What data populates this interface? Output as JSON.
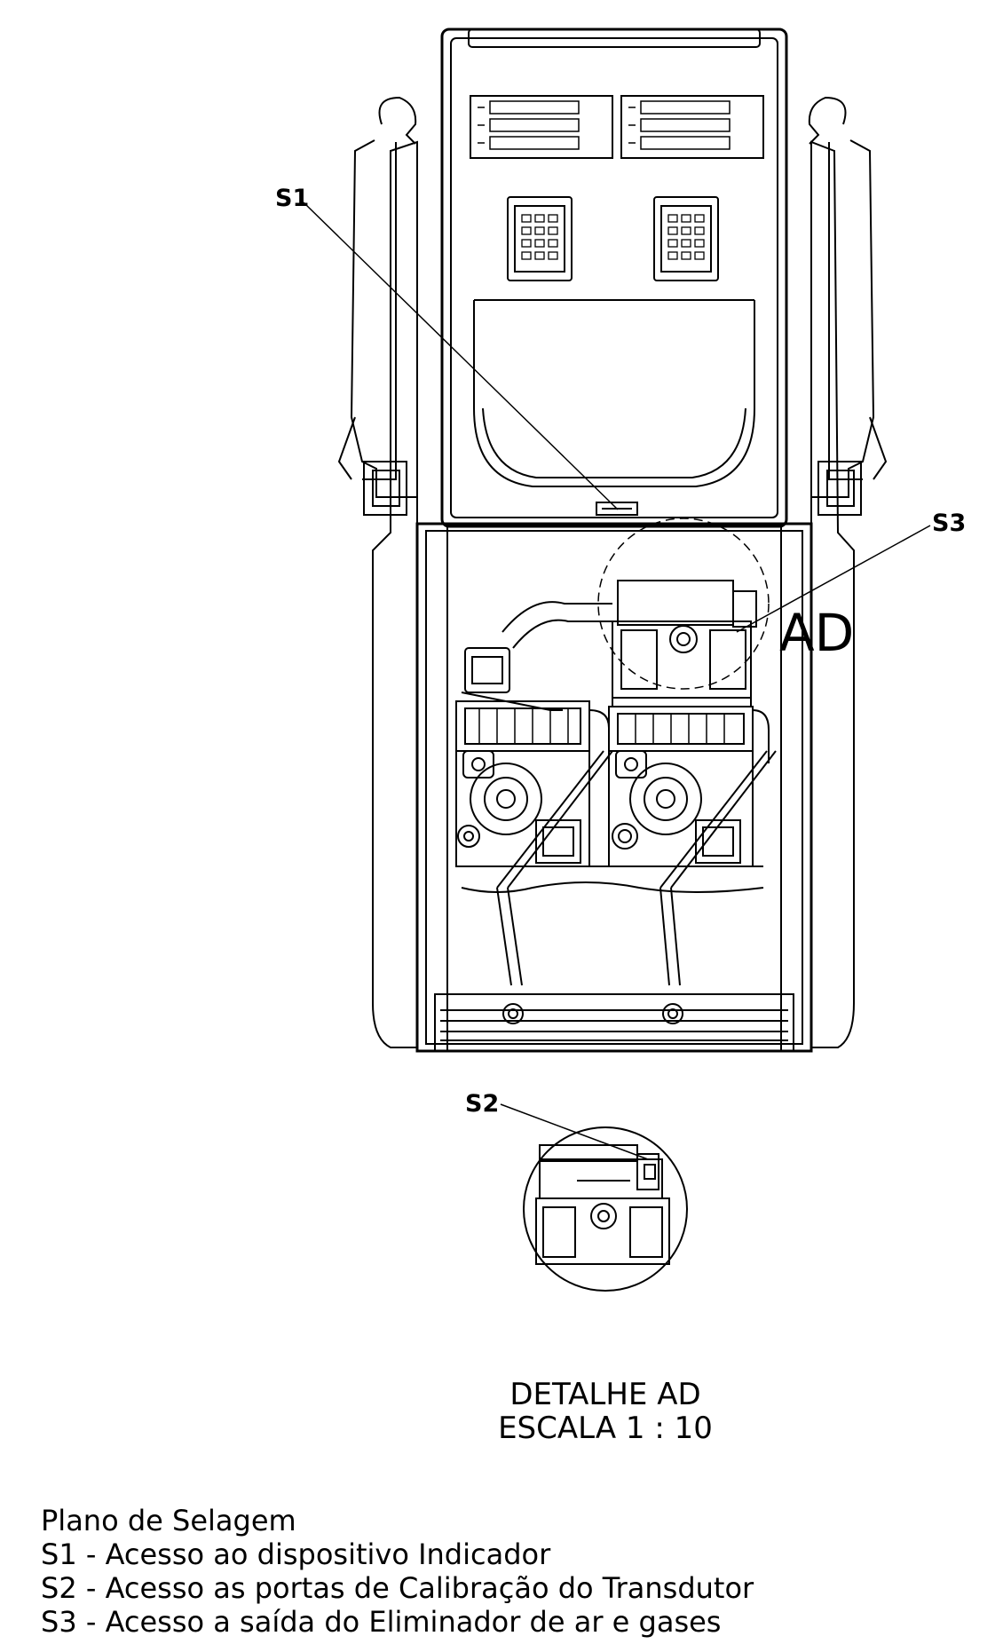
{
  "callouts": {
    "s1": "S1",
    "s2": "S2",
    "s3": "S3",
    "detail_mark": "AD"
  },
  "detail": {
    "title": "DETALHE AD",
    "scale": "ESCALA 1 : 10"
  },
  "legend": {
    "title": "Plano de Selagem",
    "items": [
      "S1 - Acesso ao dispositivo Indicador",
      "S2 - Acesso as portas de Calibração do Transdutor",
      "S3 - Acesso a saída do Eliminador de ar  e gases"
    ]
  },
  "colors": {
    "line": "#000000",
    "background": "#ffffff"
  }
}
